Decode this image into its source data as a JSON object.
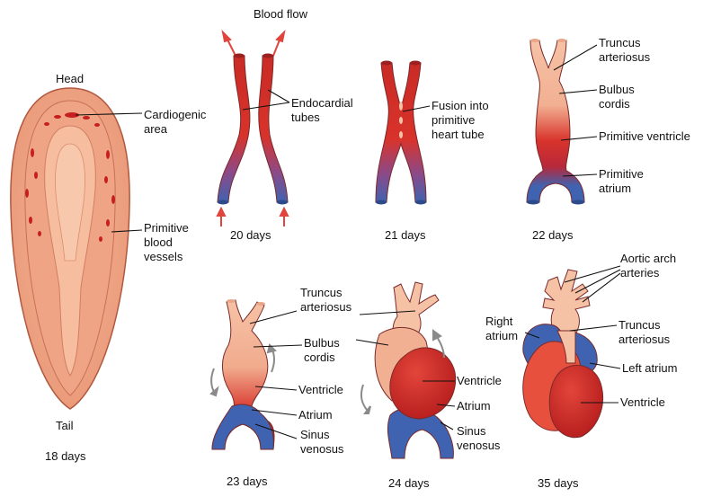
{
  "colors": {
    "embryo_fill": "#f2a98a",
    "embryo_rim": "#e79a7e",
    "red": "#d8332b",
    "dark_red": "#b81f1f",
    "blue": "#3f63b0",
    "pale": "#f6c2a6",
    "arrow": "#e0443c",
    "grey_arrow": "#8a8a8a"
  },
  "labels": {
    "head": "Head",
    "tail": "Tail",
    "days18": "18 days",
    "cardiogenic_1": "Cardiogenic",
    "cardiogenic_2": "area",
    "prim_vessels_1": "Primitive",
    "prim_vessels_2": "blood",
    "prim_vessels_3": "vessels",
    "blood_flow": "Blood flow",
    "endo_1": "Endocardial",
    "endo_2": "tubes",
    "days20": "20 days",
    "fusion_1": "Fusion into",
    "fusion_2": "primitive",
    "fusion_3": "heart tube",
    "days21": "21 days",
    "truncus_1": "Truncus",
    "truncus_2": "arteriosus",
    "bulbus_1": "Bulbus",
    "bulbus_2": "cordis",
    "prim_ventricle": "Primitive ventricle",
    "prim_atrium_1": "Primitive",
    "prim_atrium_2": "atrium",
    "days22": "22 days",
    "ventricle": "Ventricle",
    "atrium": "Atrium",
    "sinus_1": "Sinus",
    "sinus_2": "venosus",
    "days23": "23 days",
    "days24": "24 days",
    "aortic_1": "Aortic arch",
    "aortic_2": "arteries",
    "right_atrium_1": "Right",
    "right_atrium_2": "atrium",
    "left_atrium": "Left atrium",
    "days35": "35 days"
  }
}
